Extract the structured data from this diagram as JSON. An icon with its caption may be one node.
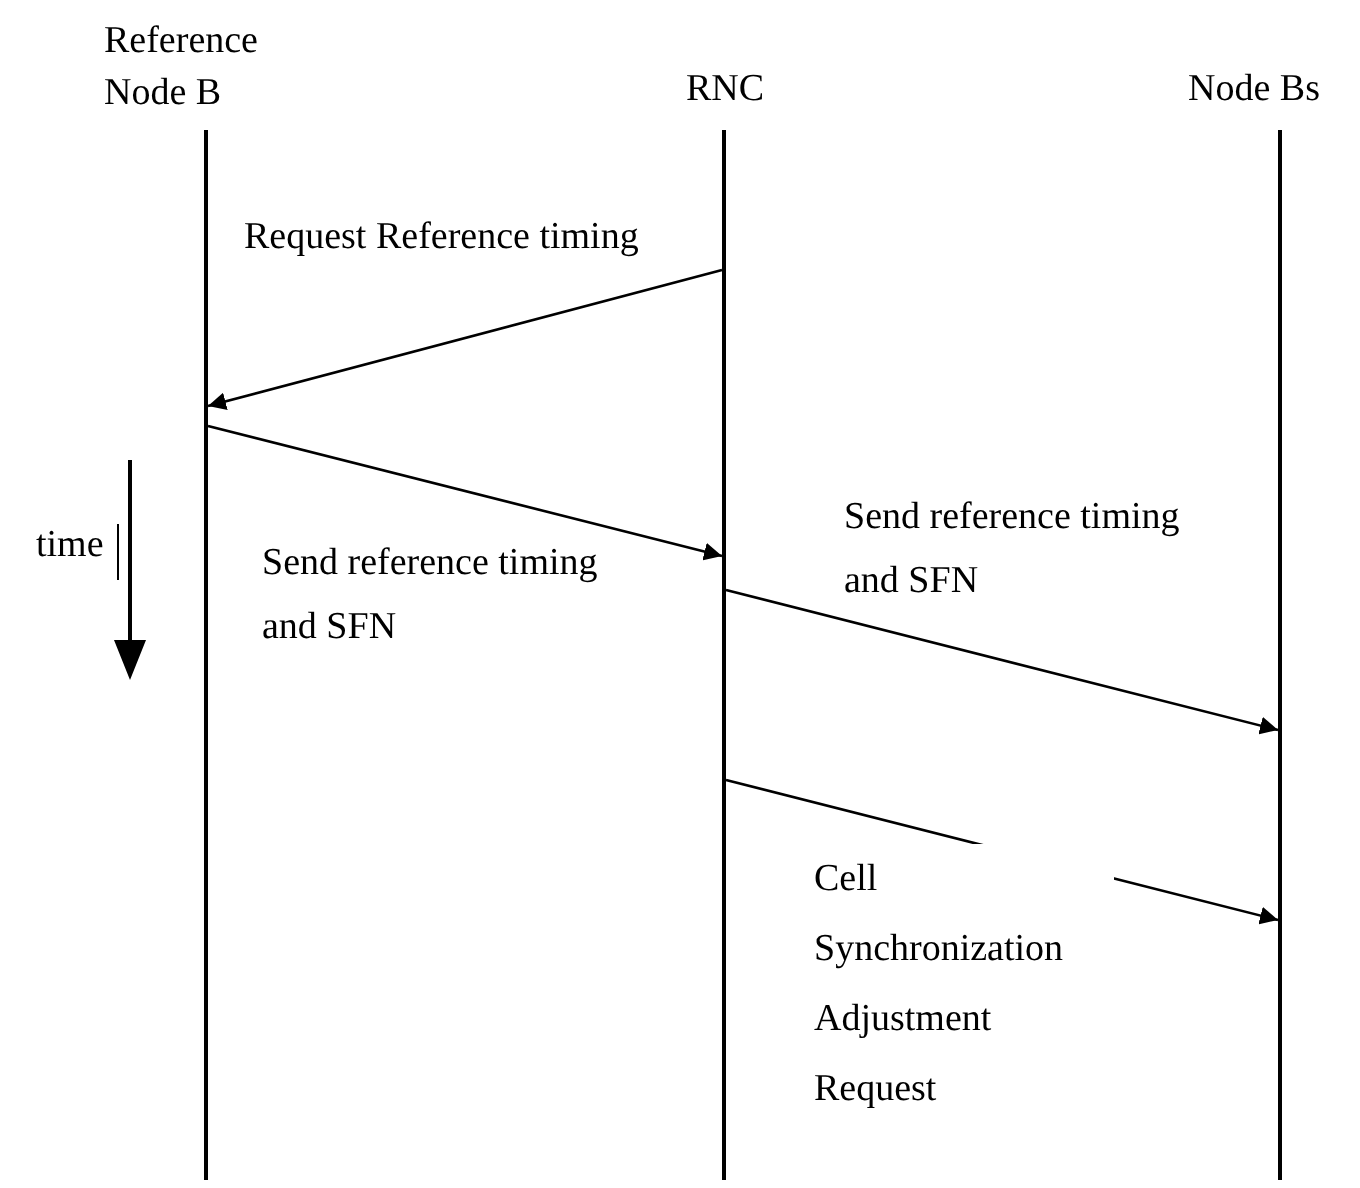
{
  "diagram": {
    "nodes": [
      {
        "text": [
          "Reference Node B"
        ]
      },
      {
        "text": [
          "RNC"
        ]
      },
      {
        "text": [
          "Node Bs"
        ]
      }
    ],
    "edges": [
      {
        "from": 1,
        "to": 0,
        "arrow": "to",
        "label": "Request Reference timing"
      },
      {
        "from": 0,
        "to": 1,
        "arrow": "to",
        "label": "Send reference timing and SFN"
      },
      {
        "from": 1,
        "to": 2,
        "arrow": "to",
        "label": "Send reference timing and SFN"
      },
      {
        "from": 1,
        "to": 2,
        "arrow": "to",
        "label": "Cell Synchronization Adjustment Request"
      }
    ],
    "labels": [
      "time"
    ]
  }
}
